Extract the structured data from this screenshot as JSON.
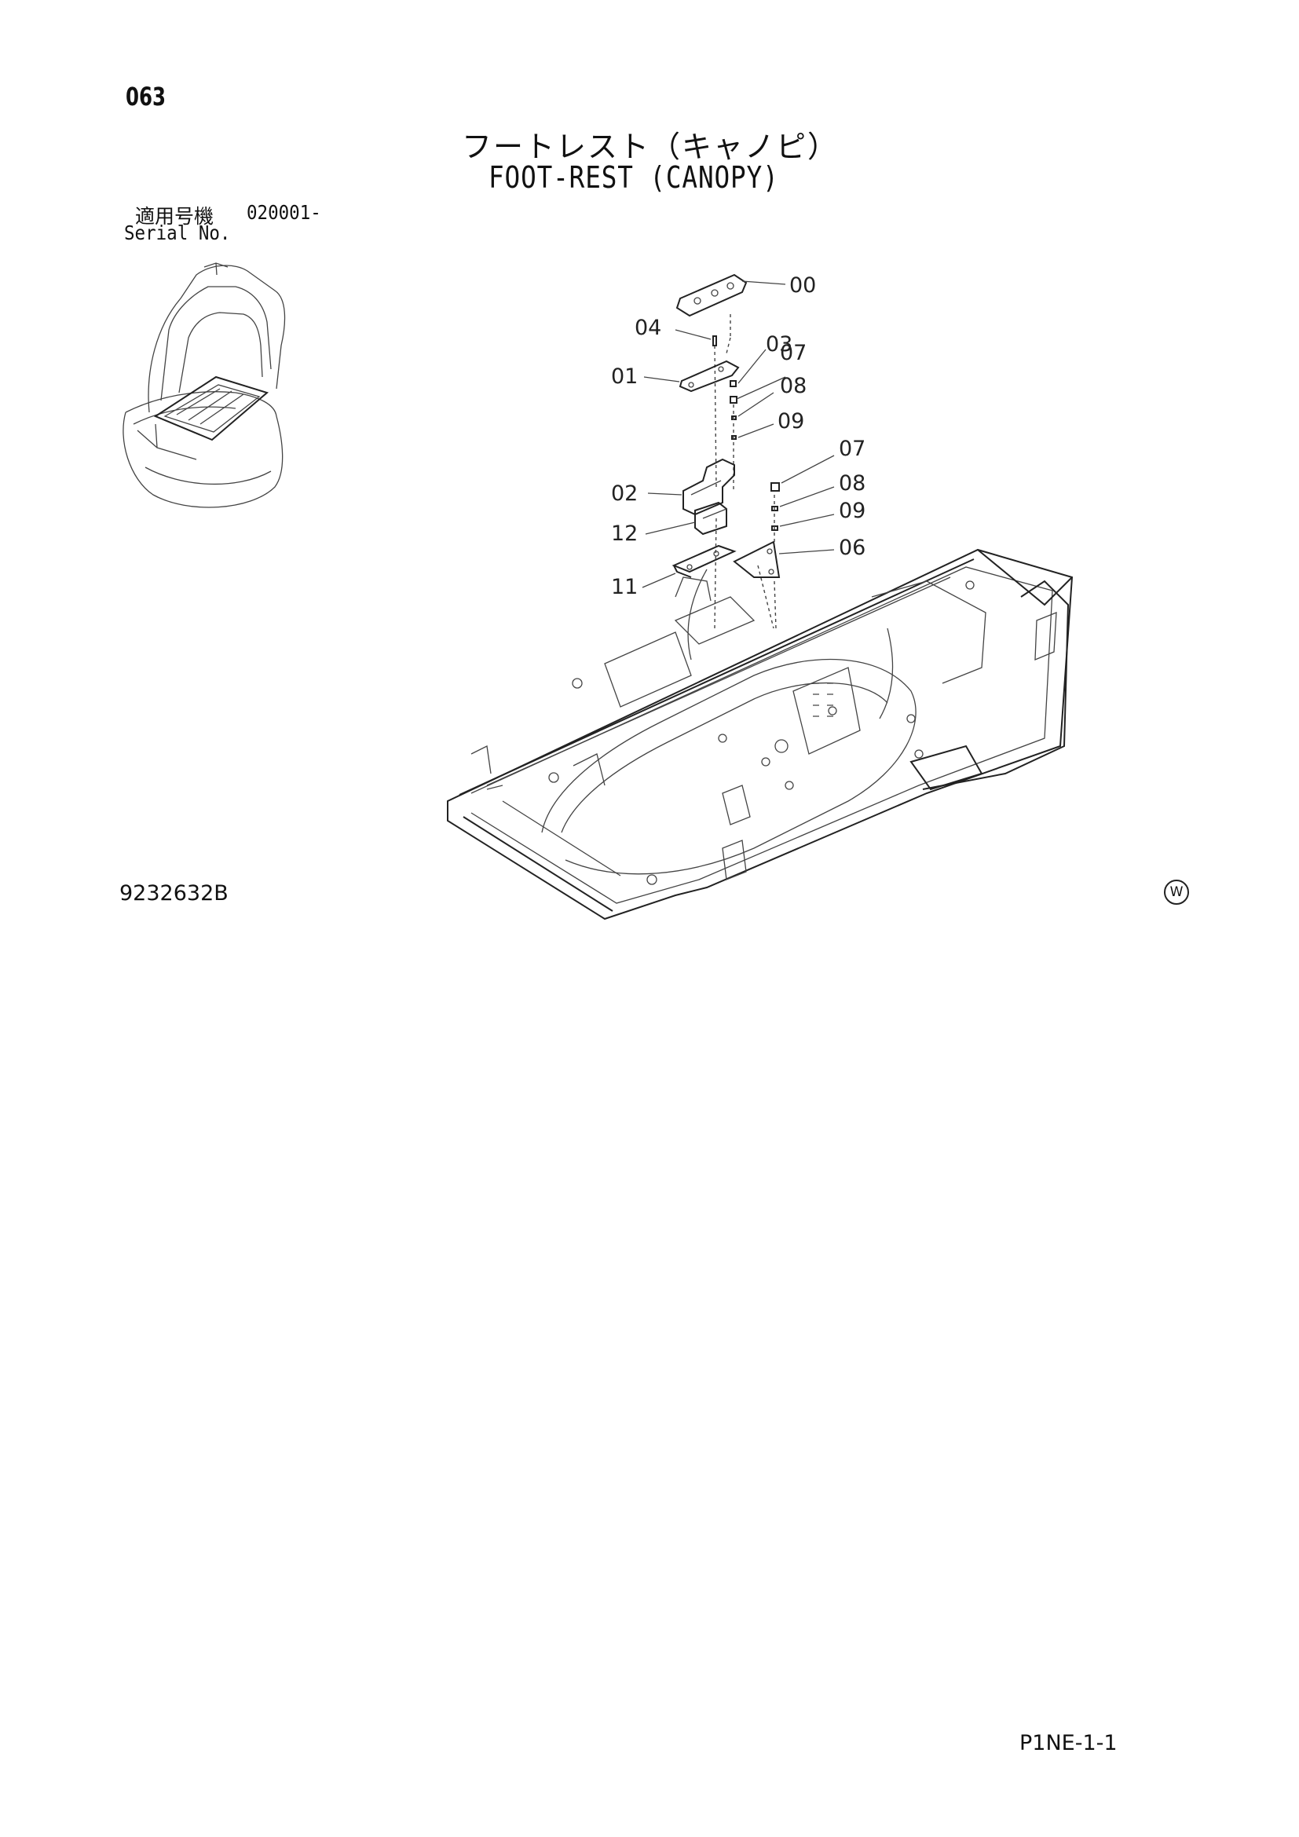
{
  "header": {
    "page_number": "063",
    "title_jp": "フートレスト（キャノピ）",
    "title_en": "FOOT-REST (CANOPY)"
  },
  "serial": {
    "label_jp": "適用号機",
    "code": "020001-",
    "label_en": "Serial No."
  },
  "diagram": {
    "part_labels": [
      "00",
      "04",
      "03",
      "07",
      "01",
      "08",
      "09",
      "07",
      "08",
      "02",
      "09",
      "12",
      "06",
      "11"
    ],
    "watermark": "W"
  },
  "footer": {
    "drawing_number": "9232632B",
    "page_code": "P1NE-1-1"
  }
}
